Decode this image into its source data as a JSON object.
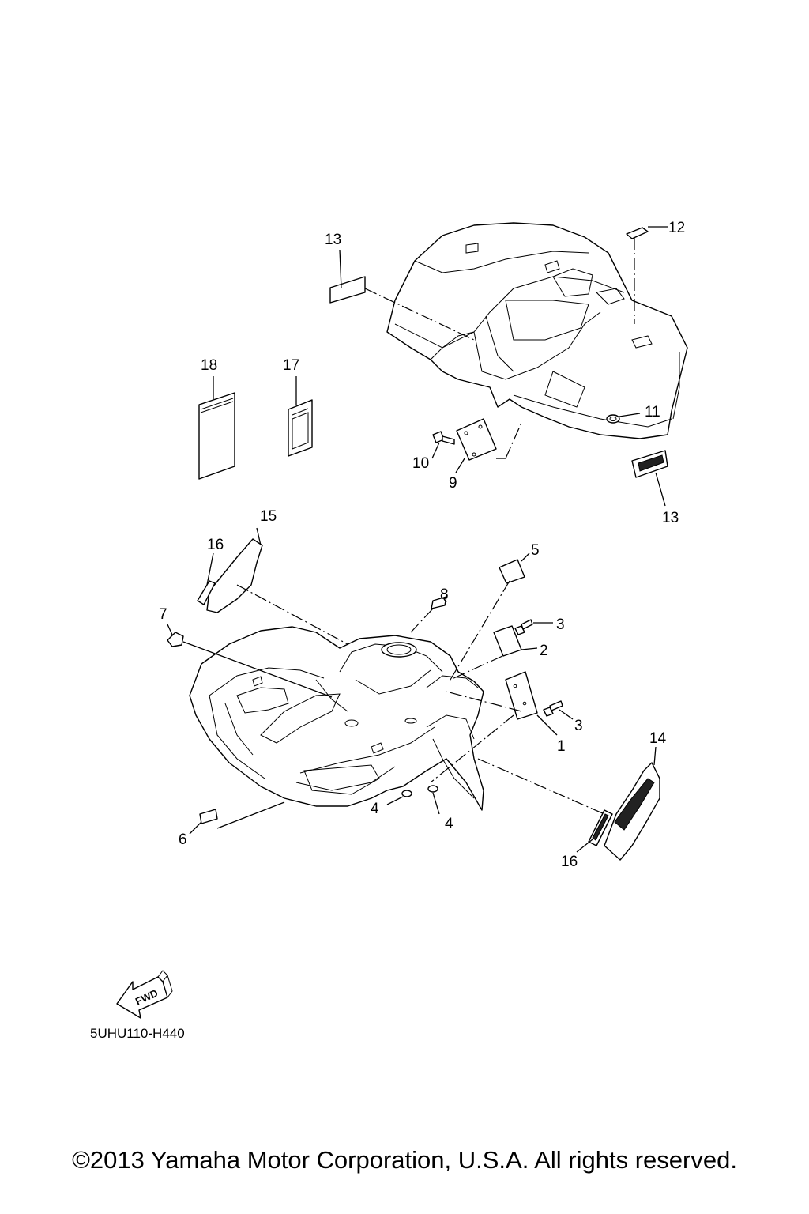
{
  "callouts": [
    "1",
    "2",
    "3",
    "3",
    "4",
    "4",
    "5",
    "6",
    "7",
    "8",
    "9",
    "10",
    "11",
    "12",
    "13",
    "13",
    "14",
    "15",
    "16",
    "16",
    "17",
    "18"
  ],
  "fwd_label": "FWD",
  "part_code": "5UHU110-H440",
  "copyright": "©2013 Yamaha Motor Corporation, U.S.A. All rights reserved."
}
